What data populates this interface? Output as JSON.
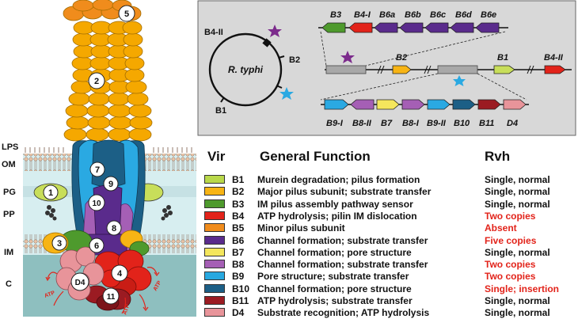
{
  "layers": [
    {
      "id": "lps",
      "label": "LPS"
    },
    {
      "id": "om",
      "label": "OM"
    },
    {
      "id": "pg",
      "label": "PG"
    },
    {
      "id": "pp",
      "label": "PP"
    },
    {
      "id": "im",
      "label": "IM"
    },
    {
      "id": "c",
      "label": "C"
    }
  ],
  "structure_numbers": {
    "n5": "5",
    "n2": "2",
    "n7": "7",
    "n9": "9",
    "n10": "10",
    "n1": "1",
    "n8": "8",
    "n3": "3",
    "n6": "6",
    "n4": "4",
    "nD4": "D4",
    "n11": "11"
  },
  "atp_label": "ATP",
  "genome": {
    "organism": "R. typhi",
    "loci": {
      "b4ii": "B4-II",
      "b2": "B2",
      "b1": "B1"
    },
    "clusters": {
      "top": [
        "B3",
        "B4-I",
        "B6a",
        "B6b",
        "B6c",
        "B6d",
        "B6e"
      ],
      "middle": [
        "B2",
        "B1",
        "B4-II"
      ],
      "bottom": [
        "B9-I",
        "B8-II",
        "B7",
        "B8-I",
        "B9-II",
        "B10",
        "B11",
        "D4"
      ]
    }
  },
  "table": {
    "headers": {
      "vir": "Vir",
      "function": "General Function",
      "rvh": "Rvh"
    },
    "rows": [
      {
        "code": "B1",
        "color": "#b9d84a",
        "function": "Murein degradation; pilus formation",
        "rvh": "Single, normal",
        "highlight": false
      },
      {
        "code": "B2",
        "color": "#f7b414",
        "function": "Major pilus subunit; substrate transfer",
        "rvh": "Single, normal",
        "highlight": false
      },
      {
        "code": "B3",
        "color": "#4e9a2d",
        "function": "IM pilus assembly pathway sensor",
        "rvh": "Single, normal",
        "highlight": false
      },
      {
        "code": "B4",
        "color": "#e2231a",
        "function": "ATP hydrolysis; pilin IM dislocation",
        "rvh": "Two copies",
        "highlight": true
      },
      {
        "code": "B5",
        "color": "#f08c1c",
        "function": "Minor pilus subunit",
        "rvh": "Absent",
        "highlight": true
      },
      {
        "code": "B6",
        "color": "#5a2b8c",
        "function": "Channel formation; substrate transfer",
        "rvh": "Five copies",
        "highlight": true
      },
      {
        "code": "B7",
        "color": "#f4e65c",
        "function": "Channel formation; pore structure",
        "rvh": "Single, normal",
        "highlight": false
      },
      {
        "code": "B8",
        "color": "#a55fb5",
        "function": "Channel formation; substrate transfer",
        "rvh": "Two copies",
        "highlight": true
      },
      {
        "code": "B9",
        "color": "#27a8e0",
        "function": "Pore structure; substrate transfer",
        "rvh": "Two copies",
        "highlight": true
      },
      {
        "code": "B10",
        "color": "#1c5f86",
        "function": "Channel formation; pore structure",
        "rvh": "Single; insertion",
        "highlight": true
      },
      {
        "code": "B11",
        "color": "#9b1b22",
        "function": "ATP hydrolysis; substrate transfer",
        "rvh": "Single, normal",
        "highlight": false
      },
      {
        "code": "D4",
        "color": "#e8949a",
        "function": "Substrate recognition; ATP hydrolysis",
        "rvh": "Single, normal",
        "highlight": false
      }
    ]
  }
}
